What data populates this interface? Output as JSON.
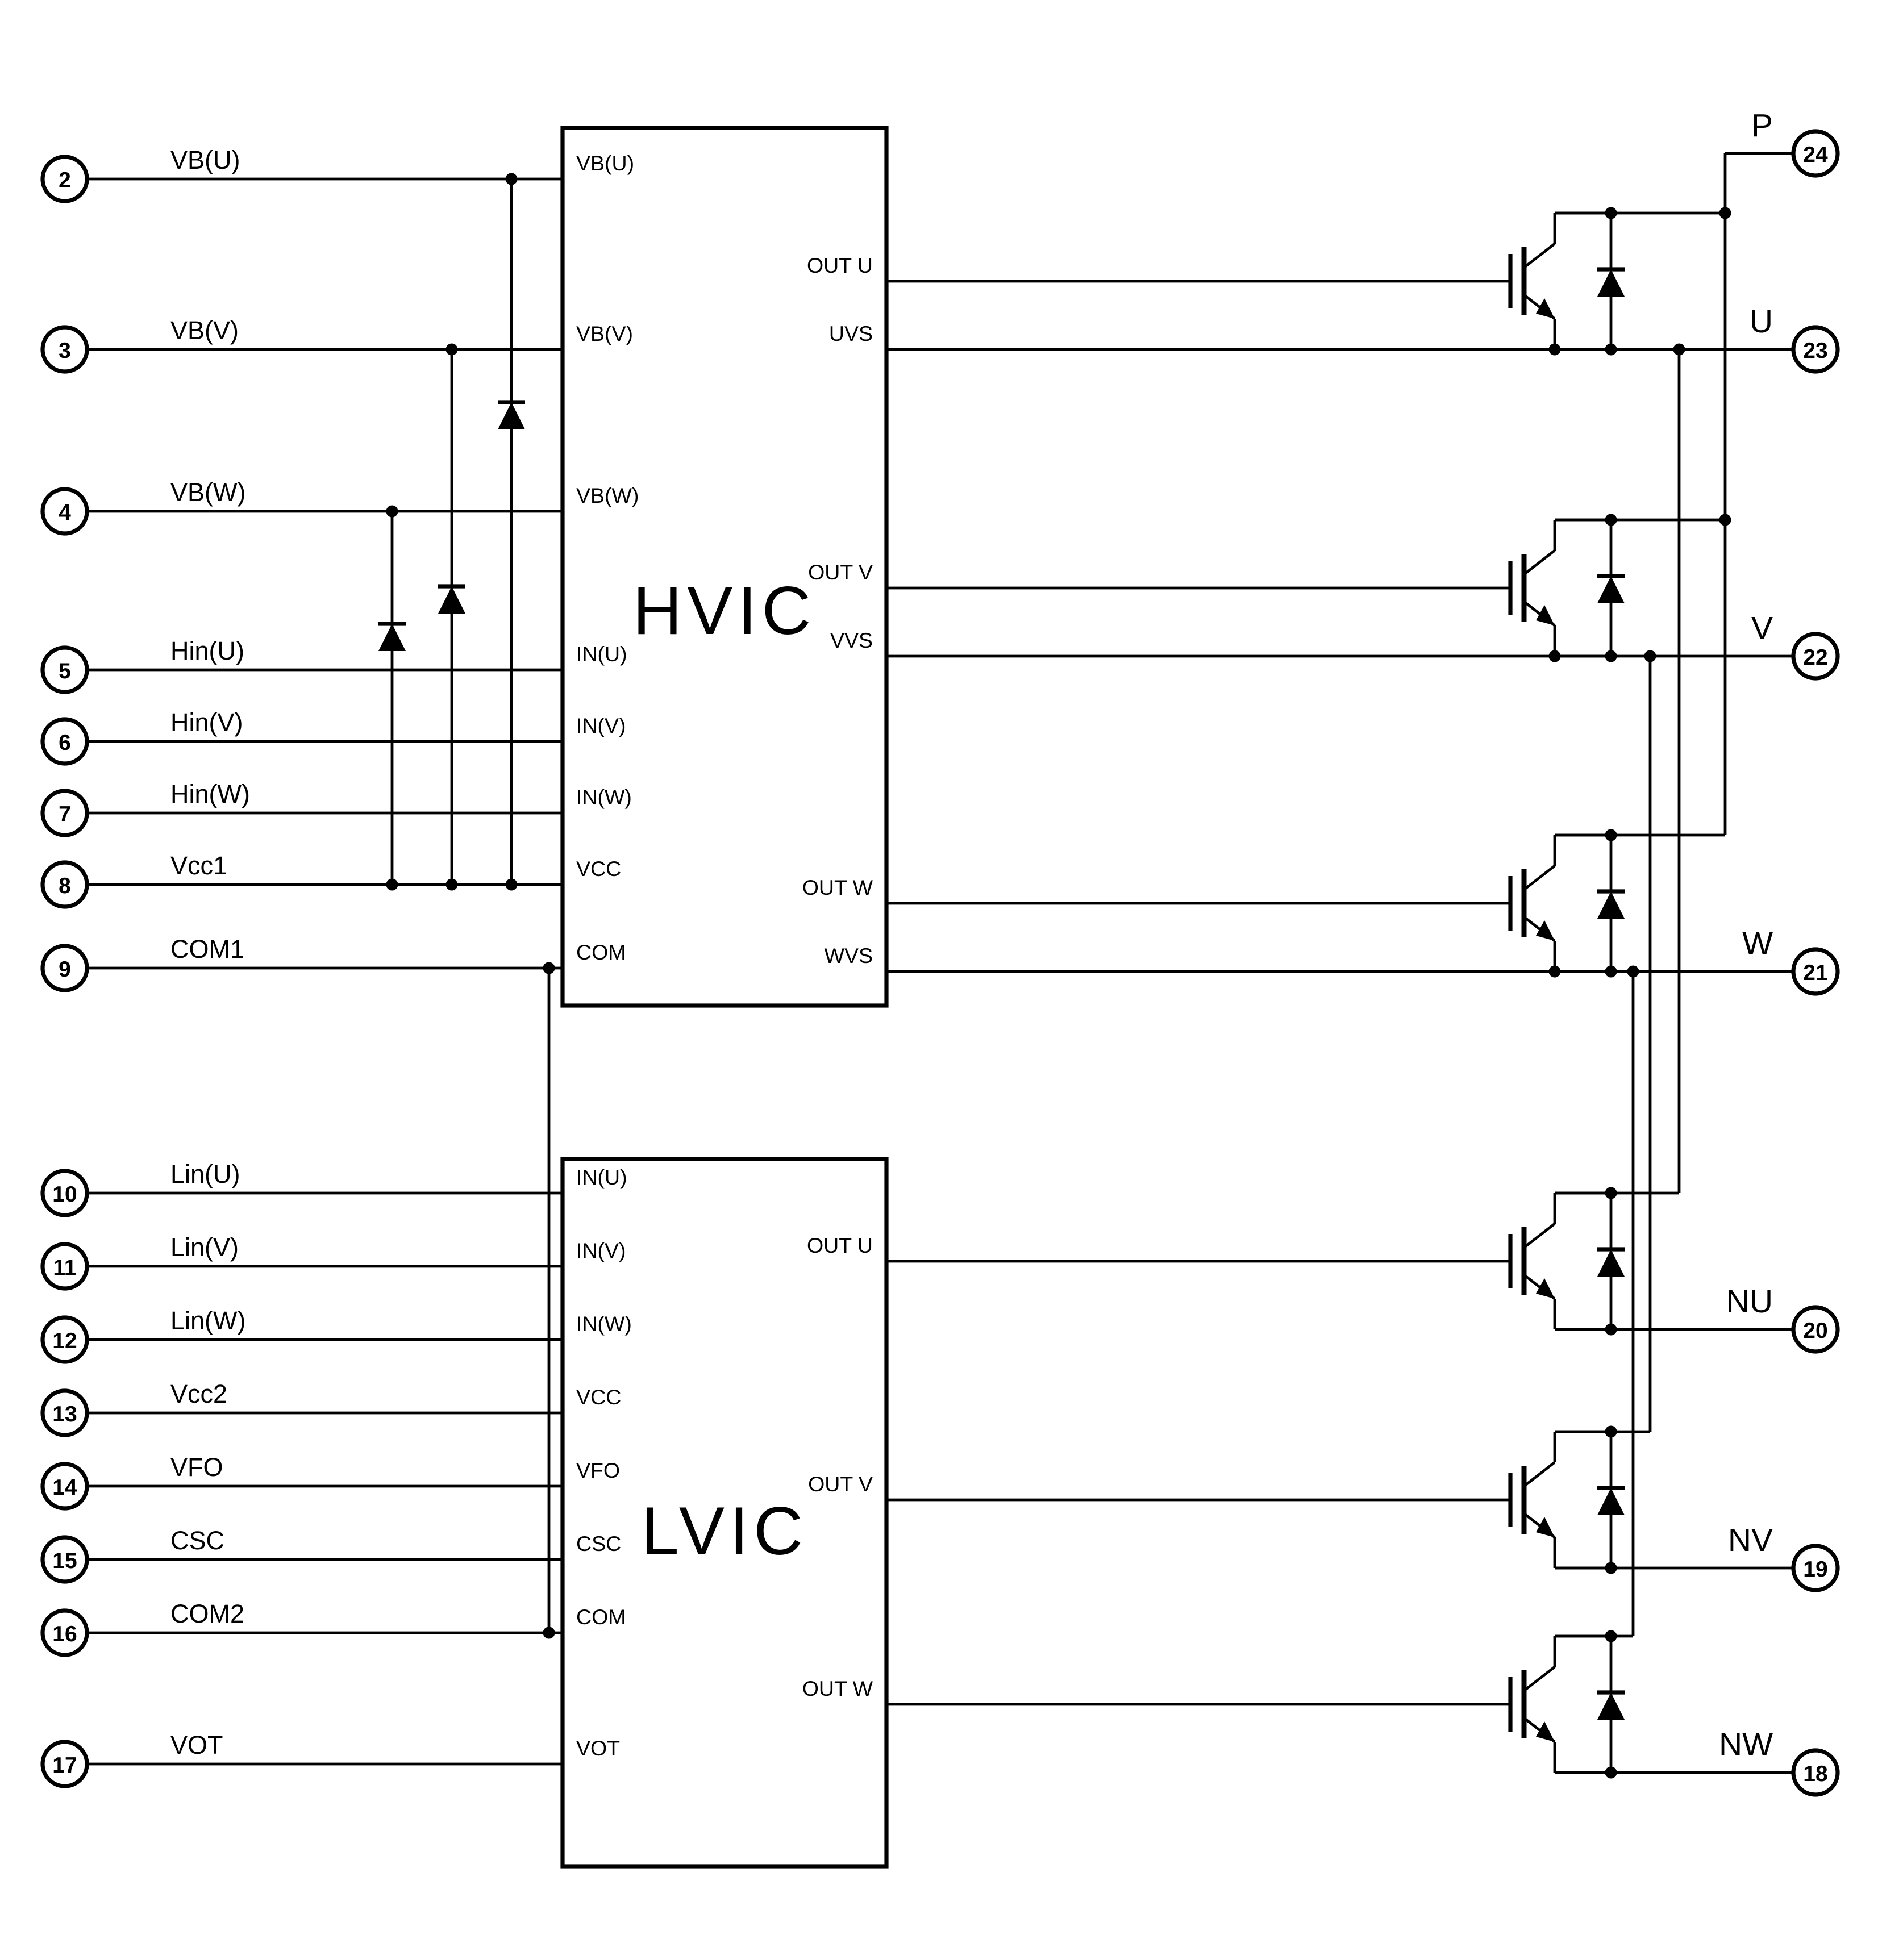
{
  "left_pins": [
    {
      "num": "2",
      "label": "VB(U)"
    },
    {
      "num": "3",
      "label": "VB(V)"
    },
    {
      "num": "4",
      "label": "VB(W)"
    },
    {
      "num": "5",
      "label": "Hin(U)"
    },
    {
      "num": "6",
      "label": "Hin(V)"
    },
    {
      "num": "7",
      "label": "Hin(W)"
    },
    {
      "num": "8",
      "label": "Vcc1"
    },
    {
      "num": "9",
      "label": "COM1"
    },
    {
      "num": "10",
      "label": "Lin(U)"
    },
    {
      "num": "11",
      "label": "Lin(V)"
    },
    {
      "num": "12",
      "label": "Lin(W)"
    },
    {
      "num": "13",
      "label": "Vcc2"
    },
    {
      "num": "14",
      "label": "VFO"
    },
    {
      "num": "15",
      "label": "CSC"
    },
    {
      "num": "16",
      "label": "COM2"
    },
    {
      "num": "17",
      "label": "VOT"
    }
  ],
  "right_pins": [
    {
      "num": "24",
      "label": "P"
    },
    {
      "num": "23",
      "label": "U"
    },
    {
      "num": "22",
      "label": "V"
    },
    {
      "num": "21",
      "label": "W"
    },
    {
      "num": "20",
      "label": "NU"
    },
    {
      "num": "19",
      "label": "NV"
    },
    {
      "num": "18",
      "label": "NW"
    }
  ],
  "hvic1": {
    "title": "HVIC",
    "pins_left": [
      "VB(U)",
      "VB(V)",
      "VB(W)",
      "IN(U)",
      "IN(V)",
      "IN(W)",
      "VCC",
      "COM"
    ],
    "pins_right": [
      "OUT U",
      "UVS",
      "OUT V",
      "VVS",
      "OUT W",
      "WVS"
    ]
  },
  "lvic": {
    "title": "LVIC",
    "pins_left": [
      "IN(U)",
      "IN(V)",
      "IN(W)",
      "VCC",
      "VFO",
      "CSC",
      "COM",
      "VOT"
    ],
    "pins_right": [
      "OUT U",
      "OUT V",
      "OUT W"
    ]
  }
}
